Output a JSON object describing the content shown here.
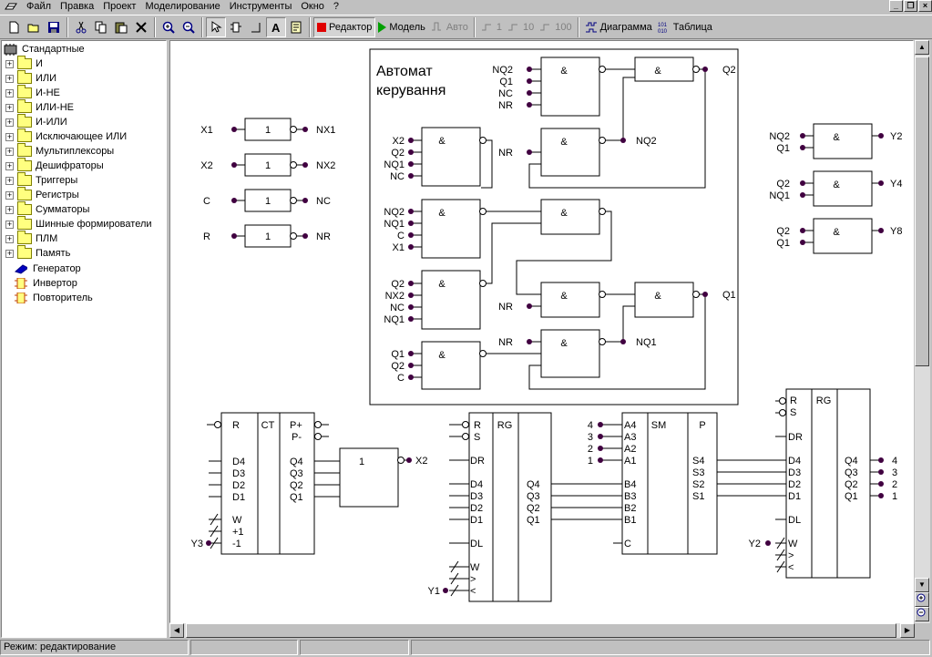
{
  "menu": {
    "items": [
      "Файл",
      "Правка",
      "Проект",
      "Моделирование",
      "Инструменты",
      "Окно",
      "?"
    ]
  },
  "toolbar": {
    "editor_label": "Редактор",
    "model_label": "Модель",
    "auto_label": "Авто",
    "step1_label": "1",
    "step10_label": "10",
    "step100_label": "100",
    "diagram_label": "Диаграмма",
    "table_label": "Таблица"
  },
  "tree": {
    "root": "Стандартные",
    "items": [
      "И",
      "ИЛИ",
      "И-НЕ",
      "ИЛИ-НЕ",
      "И-ИЛИ",
      "Исключающее ИЛИ",
      "Мультиплексоры",
      "Дешифраторы",
      "Триггеры",
      "Регистры",
      "Сумматоры",
      "Шинные формирователи",
      "ПЛМ",
      "Память"
    ],
    "leaves": [
      "Генератор",
      "Инвертор",
      "Повторитель"
    ]
  },
  "status": {
    "mode": "Режим: редактирование"
  },
  "diagram": {
    "automat_title_line1": "Автомат",
    "automat_title_line2": "керування",
    "inv_inputs": [
      "X1",
      "X2",
      "C",
      "R"
    ],
    "inv_outputs": [
      "NX1",
      "NX2",
      "NC",
      "NR"
    ],
    "one": "1",
    "and": "&",
    "a1_in": [
      "NQ2",
      "Q1",
      "NC",
      "NR"
    ],
    "q2": "Q2",
    "a2_in": [
      "X2",
      "Q2",
      "NQ1",
      "NC"
    ],
    "nr": "NR",
    "nq2": "NQ2",
    "a3_in": [
      "NQ2",
      "NQ1",
      "C",
      "X1"
    ],
    "a4_in": [
      "Q2",
      "NX2",
      "NC",
      "NQ1"
    ],
    "q1": "Q1",
    "nq1": "NQ1",
    "a5_in": [
      "Q1",
      "Q2",
      "C"
    ],
    "dec_in": [
      [
        "NQ2",
        "Q1"
      ],
      [
        "Q2",
        "NQ1"
      ],
      [
        "Q2",
        "Q1"
      ]
    ],
    "dec_out": [
      "Y2",
      "Y4",
      "Y8"
    ],
    "ct": {
      "r": "R",
      "ct": "CT",
      "pp": "P+",
      "pm": "P-",
      "d": [
        "D4",
        "D3",
        "D2",
        "D1"
      ],
      "q": [
        "Q4",
        "Q3",
        "Q2",
        "Q1"
      ],
      "w": "W",
      "plus": "+1",
      "minus": "-1",
      "clk": "Y3",
      "out": "X2"
    },
    "rg1": {
      "r": "R",
      "s": "S",
      "rg": "RG",
      "dr": "DR",
      "d": [
        "D4",
        "D3",
        "D2",
        "D1"
      ],
      "dl": "DL",
      "q": [
        "Q4",
        "Q3",
        "Q2",
        "Q1"
      ],
      "w": "W",
      "up": ">",
      "dn": "<",
      "clk": "Y1"
    },
    "sm": {
      "a": [
        "A4",
        "A3",
        "A2",
        "A1"
      ],
      "sm": "SM",
      "p": "P",
      "b": [
        "B4",
        "B3",
        "B2",
        "B1"
      ],
      "s": [
        "S4",
        "S3",
        "S2",
        "S1"
      ],
      "c": "C",
      "in": [
        "4",
        "3",
        "2",
        "1"
      ]
    },
    "rg2": {
      "r": "R",
      "s": "S",
      "rg": "RG",
      "dr": "DR",
      "d": [
        "D4",
        "D3",
        "D2",
        "D1"
      ],
      "dl": "DL",
      "q": [
        "Q4",
        "Q3",
        "Q2",
        "Q1"
      ],
      "w": "W",
      "up": ">",
      "dn": "<",
      "clk": "Y2",
      "out": [
        "4",
        "3",
        "2",
        "1"
      ]
    }
  }
}
